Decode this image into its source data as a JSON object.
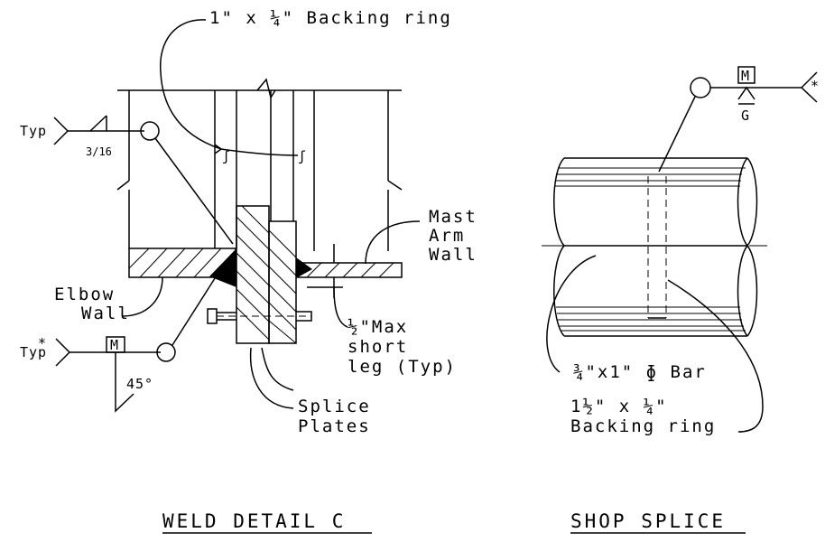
{
  "weld_detail": {
    "title": "WELD DETAIL C",
    "backing_ring_top": "1\" x ¼\" Backing ring",
    "typ_left": "Typ",
    "fillet_size": "3/16",
    "mast_arm_wall": [
      "Mast",
      "Arm",
      "Wall"
    ],
    "elbow_wall": [
      "Elbow",
      "Wall"
    ],
    "typ_star": "Typ",
    "star": "*",
    "weld_symbol_m": "M",
    "angle": "45°",
    "half_max": [
      "½\"Max",
      "short",
      "leg (Typ)"
    ],
    "splice_plates": [
      "Splice",
      "Plates"
    ]
  },
  "shop_splice": {
    "title": "SHOP SPLICE",
    "weld_symbol_m": "M",
    "weld_symbol_g": "G",
    "star": "*",
    "bar_label": "¾\"x1\" ɸ Bar",
    "backing_ring": [
      "1½\" x ¼\"",
      "Backing ring"
    ]
  }
}
